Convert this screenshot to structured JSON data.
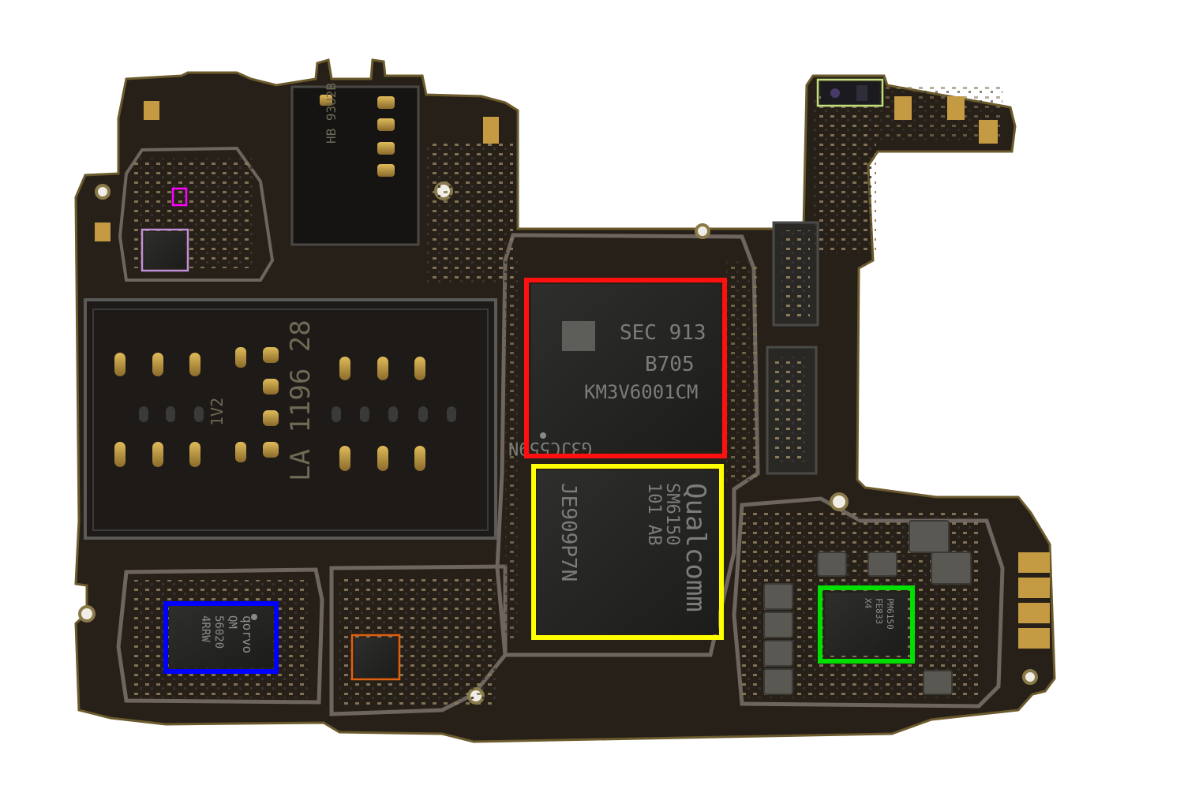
{
  "image": {
    "subject": "smartphone-mainboard"
  },
  "colors": {
    "background": "#ffffff",
    "board": "#262019",
    "board_edge": "#6b5a2c",
    "gold": "#c49a43",
    "highlight_red": "#ff1010",
    "highlight_yellow": "#ffff00",
    "highlight_blue": "#0000ff",
    "highlight_green": "#00e000",
    "highlight_orange": "#e06010",
    "highlight_magenta": "#ff00ff",
    "highlight_lavender": "#c090d8",
    "highlight_lime": "#c0e080"
  },
  "markings": {
    "connector_label": "HB 93U2B",
    "sim_tray_label": "LA 1196 28",
    "sim_small": "1V2"
  },
  "chips": {
    "memory": {
      "line1": "SEC 913",
      "line2": "B705",
      "line3": "KM3V6001CM",
      "line4": "G3JC559N"
    },
    "soc": {
      "line1": "Qualcomm",
      "line2": "SM6150",
      "line3": "101 AB",
      "line4": "JE909P7N"
    },
    "pa": {
      "line1": "qorvo",
      "line2": "QM",
      "line3": "56020",
      "line4": "4RRW"
    },
    "pmic": {
      "line1": "PM6150",
      "line2": "FE833",
      "line3": "X4"
    }
  }
}
